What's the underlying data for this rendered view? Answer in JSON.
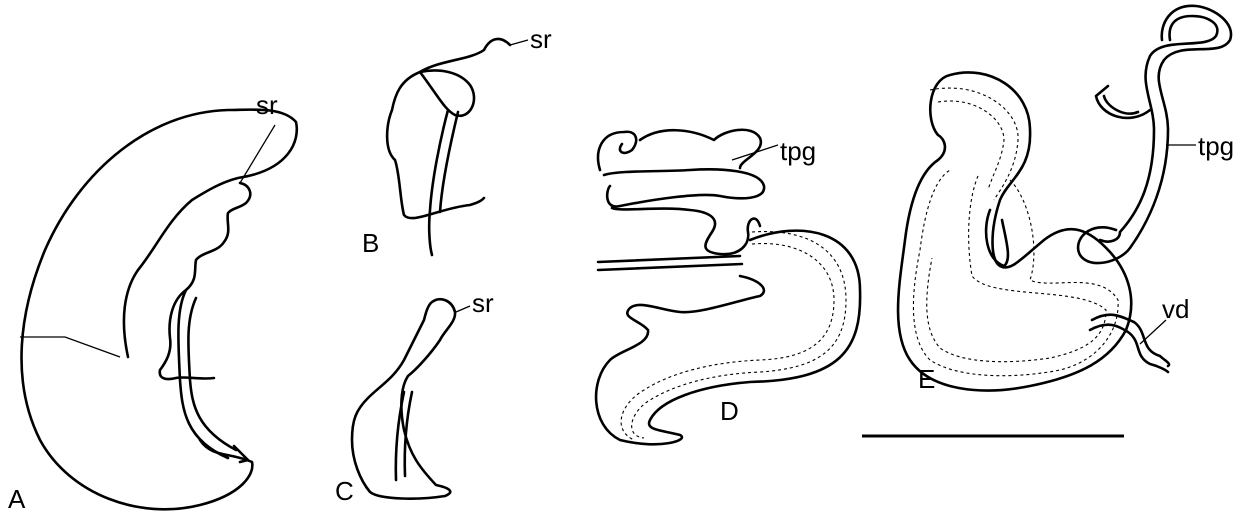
{
  "panels": {
    "a": {
      "letter": "A",
      "sr": "sr"
    },
    "b": {
      "letter": "B",
      "sr": "sr"
    },
    "c": {
      "letter": "C",
      "sr": "sr"
    },
    "d": {
      "letter": "D",
      "tpg": "tpg"
    },
    "e": {
      "letter": "E",
      "tpg": "tpg",
      "vd": "vd"
    }
  }
}
